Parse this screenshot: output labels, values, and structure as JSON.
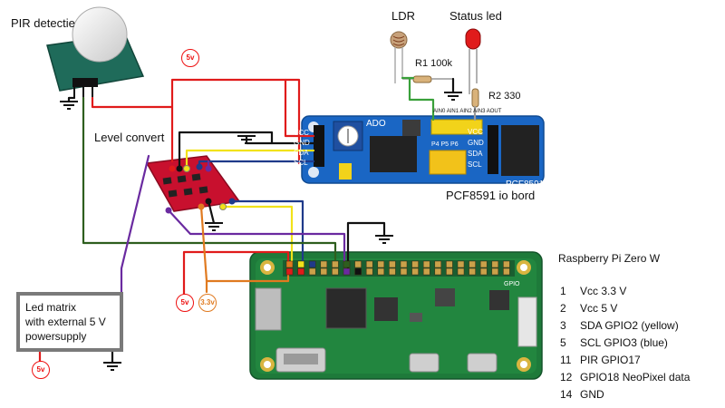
{
  "labels": {
    "pir": "PIR detectie",
    "ldr": "LDR",
    "status_led": "Status led",
    "r1": "R1 100k",
    "r2": "R2 330",
    "level_convert": "Level convert",
    "pcf_board": "PCF8591 io bord",
    "pcf_chip": "PCF8591",
    "pcf_ado": "ADO",
    "pcf_pins_left": [
      "VCC",
      "GND",
      "SDA",
      "SCL"
    ],
    "pcf_pins_right": [
      "VCC",
      "GND",
      "SDA",
      "SCL"
    ],
    "pcf_top_pins": [
      "AIN0",
      "AIN1",
      "AIN2",
      "AIN3",
      "AOUT"
    ],
    "pcf_jumpers": [
      "P4",
      "P5",
      "P6"
    ],
    "pi_title": "Raspberry Pi Zero W",
    "pi_gpio": "GPIO",
    "led_matrix": [
      "Led matrix",
      "with external 5 V",
      "powersupply"
    ]
  },
  "badges": [
    {
      "text": "5v",
      "color": "red"
    },
    {
      "text": "5v",
      "color": "red"
    },
    {
      "text": "3.3v",
      "color": "orange"
    },
    {
      "text": "5v",
      "color": "red"
    }
  ],
  "pin_legend": [
    {
      "num": "1",
      "desc": "Vcc 3.3 V"
    },
    {
      "num": "2",
      "desc": "Vcc 5 V"
    },
    {
      "num": "3",
      "desc": "SDA GPIO2 (yellow)"
    },
    {
      "num": "5",
      "desc": "SCL GPIO3 (blue)"
    },
    {
      "num": "11",
      "desc": "PIR GPIO17"
    },
    {
      "num": "12",
      "desc": "GPIO18 NeoPixel data"
    },
    {
      "num": "14",
      "desc": "GND"
    }
  ],
  "colors": {
    "vcc5": "#e01b1b",
    "gnd": "#111111",
    "sda": "#f2e21a",
    "scl": "#1f3a8a",
    "pir": "#2e5e1e",
    "neopixel": "#6a2aa0",
    "vcc33": "#e07a20",
    "ldr_wire": "#39a03a",
    "pcf_board": "#1a66c4",
    "level_board": "#c8102e",
    "pi_board": "#1e7a3a"
  }
}
